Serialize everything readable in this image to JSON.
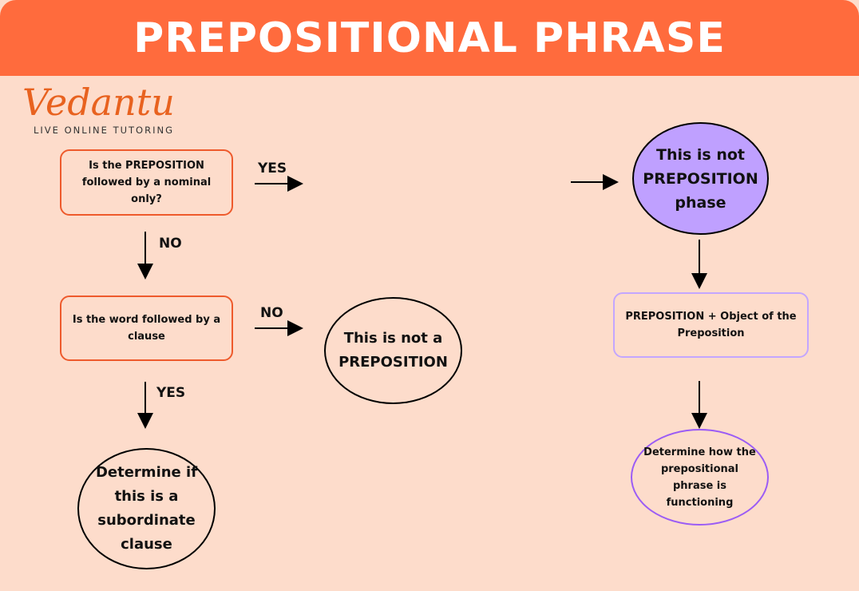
{
  "title": "PREPOSITIONAL PHRASE",
  "logo": {
    "word": "Vedantu",
    "tagline": "LIVE ONLINE TUTORING"
  },
  "nodes": {
    "q1": "Is the PREPOSITION followed by a nominal only?",
    "q2": "Is the word followed by a clause",
    "not_phrase": "This is not PREPOSITION phase",
    "formula": "PREPOSITION + Object of the Preposition",
    "determine_function": "Determine how the prepositional phrase is functioning",
    "not_preposition": "This is not a PREPOSITION",
    "subordinate": "Determine if this is a subordinate clause"
  },
  "labels": {
    "yes1": "YES",
    "no1": "NO",
    "no2": "NO",
    "yes2": "YES"
  },
  "colors": {
    "header": "#FF6B3D",
    "background": "#FDDCCB",
    "purple": "#BFA0FF"
  }
}
